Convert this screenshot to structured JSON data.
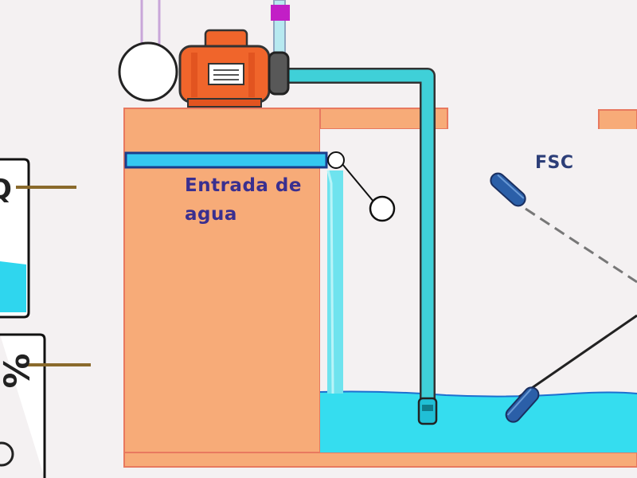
{
  "labels": {
    "water_inlet_line1": "Entrada de",
    "water_inlet_line2": "agua",
    "float_switch": "FSC"
  },
  "side_box_glyphs": {
    "top_box": "Q",
    "bottom_box": "%"
  },
  "colors": {
    "background": "#f4f1f2",
    "tank_orange": "#f7ab78",
    "tank_border": "#e8795f",
    "water": "#35ddef",
    "water_dark": "#20bfd6",
    "pipe": "#3fd0d8",
    "pump_body": "#f0652b",
    "label_text": "#3a2f8f",
    "float_blue": "#2b5fa8"
  }
}
